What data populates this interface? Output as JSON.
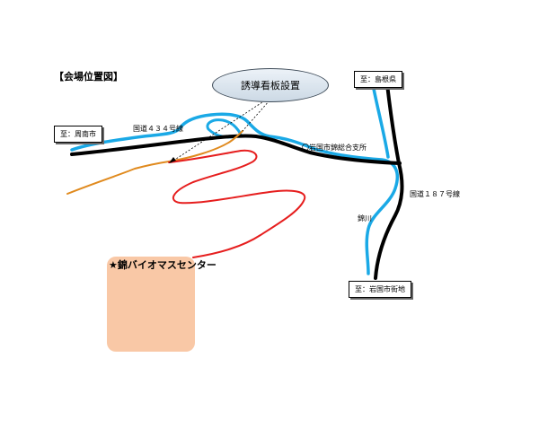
{
  "map": {
    "title": "【会場位置図】",
    "callout": "誘導看板設置",
    "destinations": {
      "shunan": "至：周南市",
      "shimane": "至：島根県",
      "iwakuni_center": "至：岩国市街地"
    },
    "roads": {
      "route434": "国道４３４号線",
      "route187": "国道１８７号線"
    },
    "landmarks": {
      "branch_office": "〇岩国市錦総合支所",
      "river": "錦川"
    },
    "venue": "★錦バイオマスセンター"
  },
  "colors": {
    "road": "#000000",
    "river": "#1aa9e6",
    "access_route": "#e61e1e",
    "local_road": "#e08a1e",
    "venue_area": "#f9c8a6"
  }
}
